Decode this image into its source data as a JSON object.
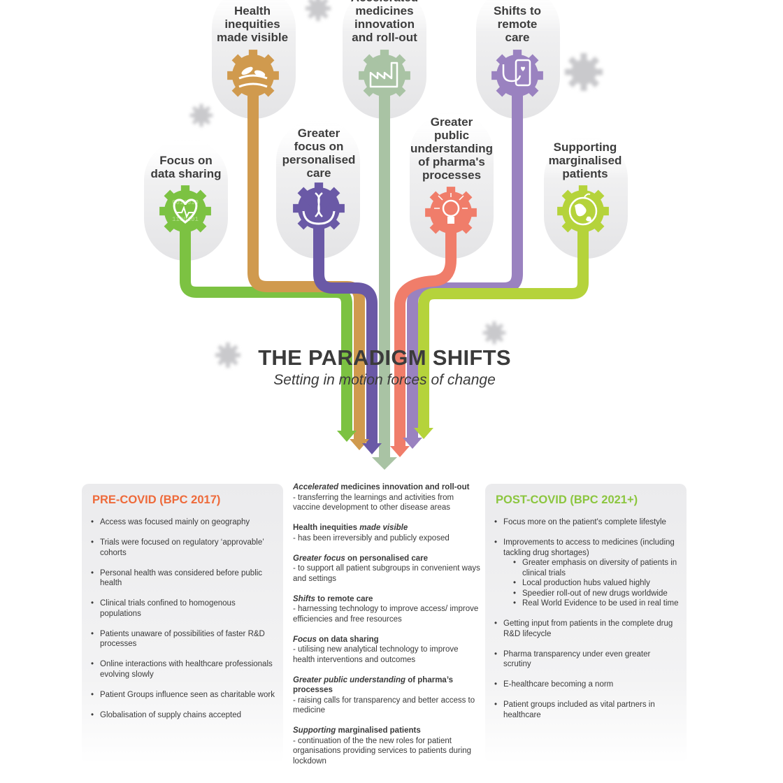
{
  "diagram": {
    "title": "THE PARADIGM SHIFTS",
    "subtitle": "Setting in motion forces of change",
    "branches": [
      {
        "label": "Focus on\ndata sharing",
        "color": "#7cc242",
        "icon": "heart-binary-icon"
      },
      {
        "label": "Health\ninequities\nmade visible",
        "color": "#d09a4e",
        "icon": "hands-pills-icon"
      },
      {
        "label": "Greater\nfocus on\npersonalised\ncare",
        "color": "#6a59a6",
        "icon": "dna-hands-icon"
      },
      {
        "label": "Accelerated\nmedicines\ninnovation\nand roll-out",
        "color": "#a9c3a4",
        "icon": "factory-icon"
      },
      {
        "label": "Greater\npublic\nunderstanding\nof pharma's\nprocesses",
        "color": "#f07d6a",
        "icon": "lightbulb-icon"
      },
      {
        "label": "Shifts to\nremote\ncare",
        "color": "#9a82c0",
        "icon": "phone-stethoscope-icon"
      },
      {
        "label": "Supporting\nmarginalised\npatients",
        "color": "#b5d33b",
        "icon": "globe-apple-icon"
      }
    ]
  },
  "pre_covid": {
    "title": "PRE-COVID (BPC 2017)",
    "title_color": "#ee6a3a",
    "items": [
      "Access was focused mainly on geography",
      "Trials were focused on regulatory ‘approvable’ cohorts",
      "Personal health was considered before public health",
      "Clinical trials confined to homogenous populations",
      "Patients unaware of possibilities of faster R&D processes",
      "Online interactions with healthcare professionals evolving slowly",
      "Patient Groups influence seen as charitable work",
      "Globalisation of supply chains accepted"
    ]
  },
  "middle": {
    "items": [
      {
        "em": "Accelerated",
        "rest": " medicines innovation and roll-out",
        "desc": "- transferring the learnings and activities from vaccine development to other disease areas"
      },
      {
        "lead": "Health inequities ",
        "em": "made visible",
        "desc": "- has been irreversibly and publicly exposed"
      },
      {
        "em": "Greater focus",
        "rest": " on personalised care",
        "desc": "- to support all patient subgroups in convenient ways and settings"
      },
      {
        "em": "Shifts",
        "rest": " to remote care",
        "desc": "- harnessing technology to improve access/ improve efficiencies and free resources"
      },
      {
        "em": "Focus",
        "rest": " on data sharing",
        "desc": "- utilising new analytical technology to improve health interventions and outcomes"
      },
      {
        "em": "Greater public understanding",
        "rest": " of pharma’s processes",
        "desc": "- raising calls for transparency and better access to medicine"
      },
      {
        "em": "Supporting",
        "rest": " marginalised patients",
        "desc": "- continuation of the the new roles for patient organisations providing services to patients during lockdown"
      }
    ]
  },
  "post_covid": {
    "title": "POST-COVID (BPC 2021+)",
    "title_color": "#8cc63f",
    "items": [
      "Focus more on the patient's complete lifestyle",
      "Improvements to access to medicines (including tackling drug shortages)",
      "Getting input from patients in the complete drug R&D lifecycle",
      "Pharma transparency under even greater scrutiny",
      "E-healthcare becoming a norm",
      "Patient groups included as vital partners in healthcare"
    ],
    "sub_items": [
      "Greater emphasis on diversity of patients in clinical trials",
      "Local production hubs valued highly",
      "Speedier roll-out of new drugs worldwide",
      "Real World Evidence to be used in real time"
    ]
  }
}
